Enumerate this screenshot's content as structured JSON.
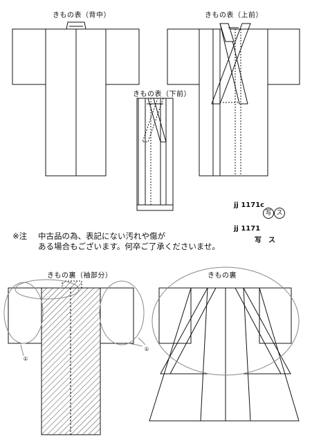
{
  "labels": {
    "front_back_center": "きもの表（背中）",
    "front_upper": "きもの表（上前）",
    "front_lower": "きもの表（下前）",
    "lining_sleeve": "きもの裏（袖部分）",
    "lining": "きもの裏"
  },
  "codes": {
    "code_c": "jj 1171c",
    "code_c_marks": [
      "写",
      "ス"
    ],
    "code_plain": "jj 1171",
    "code_plain_marks": "写　ス"
  },
  "note": {
    "prefix": "※注",
    "line1": "中古品の為、表記にない汚れや傷が",
    "line2": "ある場合もございます。何卒ご了承くださいませ。"
  },
  "stain_marks": [
    "①",
    "①"
  ]
}
